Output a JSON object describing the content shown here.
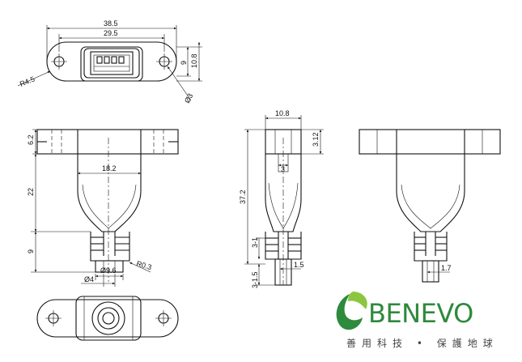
{
  "dimensions": {
    "overall_width": "38.5",
    "hole_spacing": "29.5",
    "height_inner": "9",
    "height_outer": "10.8",
    "corner_radius": "R4.5",
    "hole_diameter": "Ø3",
    "flange_height": "6.2",
    "body_width": "18.2",
    "body_height": "22",
    "tail_height": "9",
    "tail_diameter": "Ø9.6",
    "tail_inner_diameter": "Ø4",
    "tail_radius": "R0.3",
    "side_width": "10.8",
    "side_top": "3.12",
    "side_slot": "3",
    "side_total": "37.2",
    "rib_pitch": "3-1",
    "rib_tail": "3-1.5",
    "pin_width": "1.5",
    "pin_width_right": "1.7"
  },
  "logo": {
    "brand": "BENEVO",
    "slogan": "善用科技 • 保護地球",
    "brand_color": "#2e8a3c"
  }
}
